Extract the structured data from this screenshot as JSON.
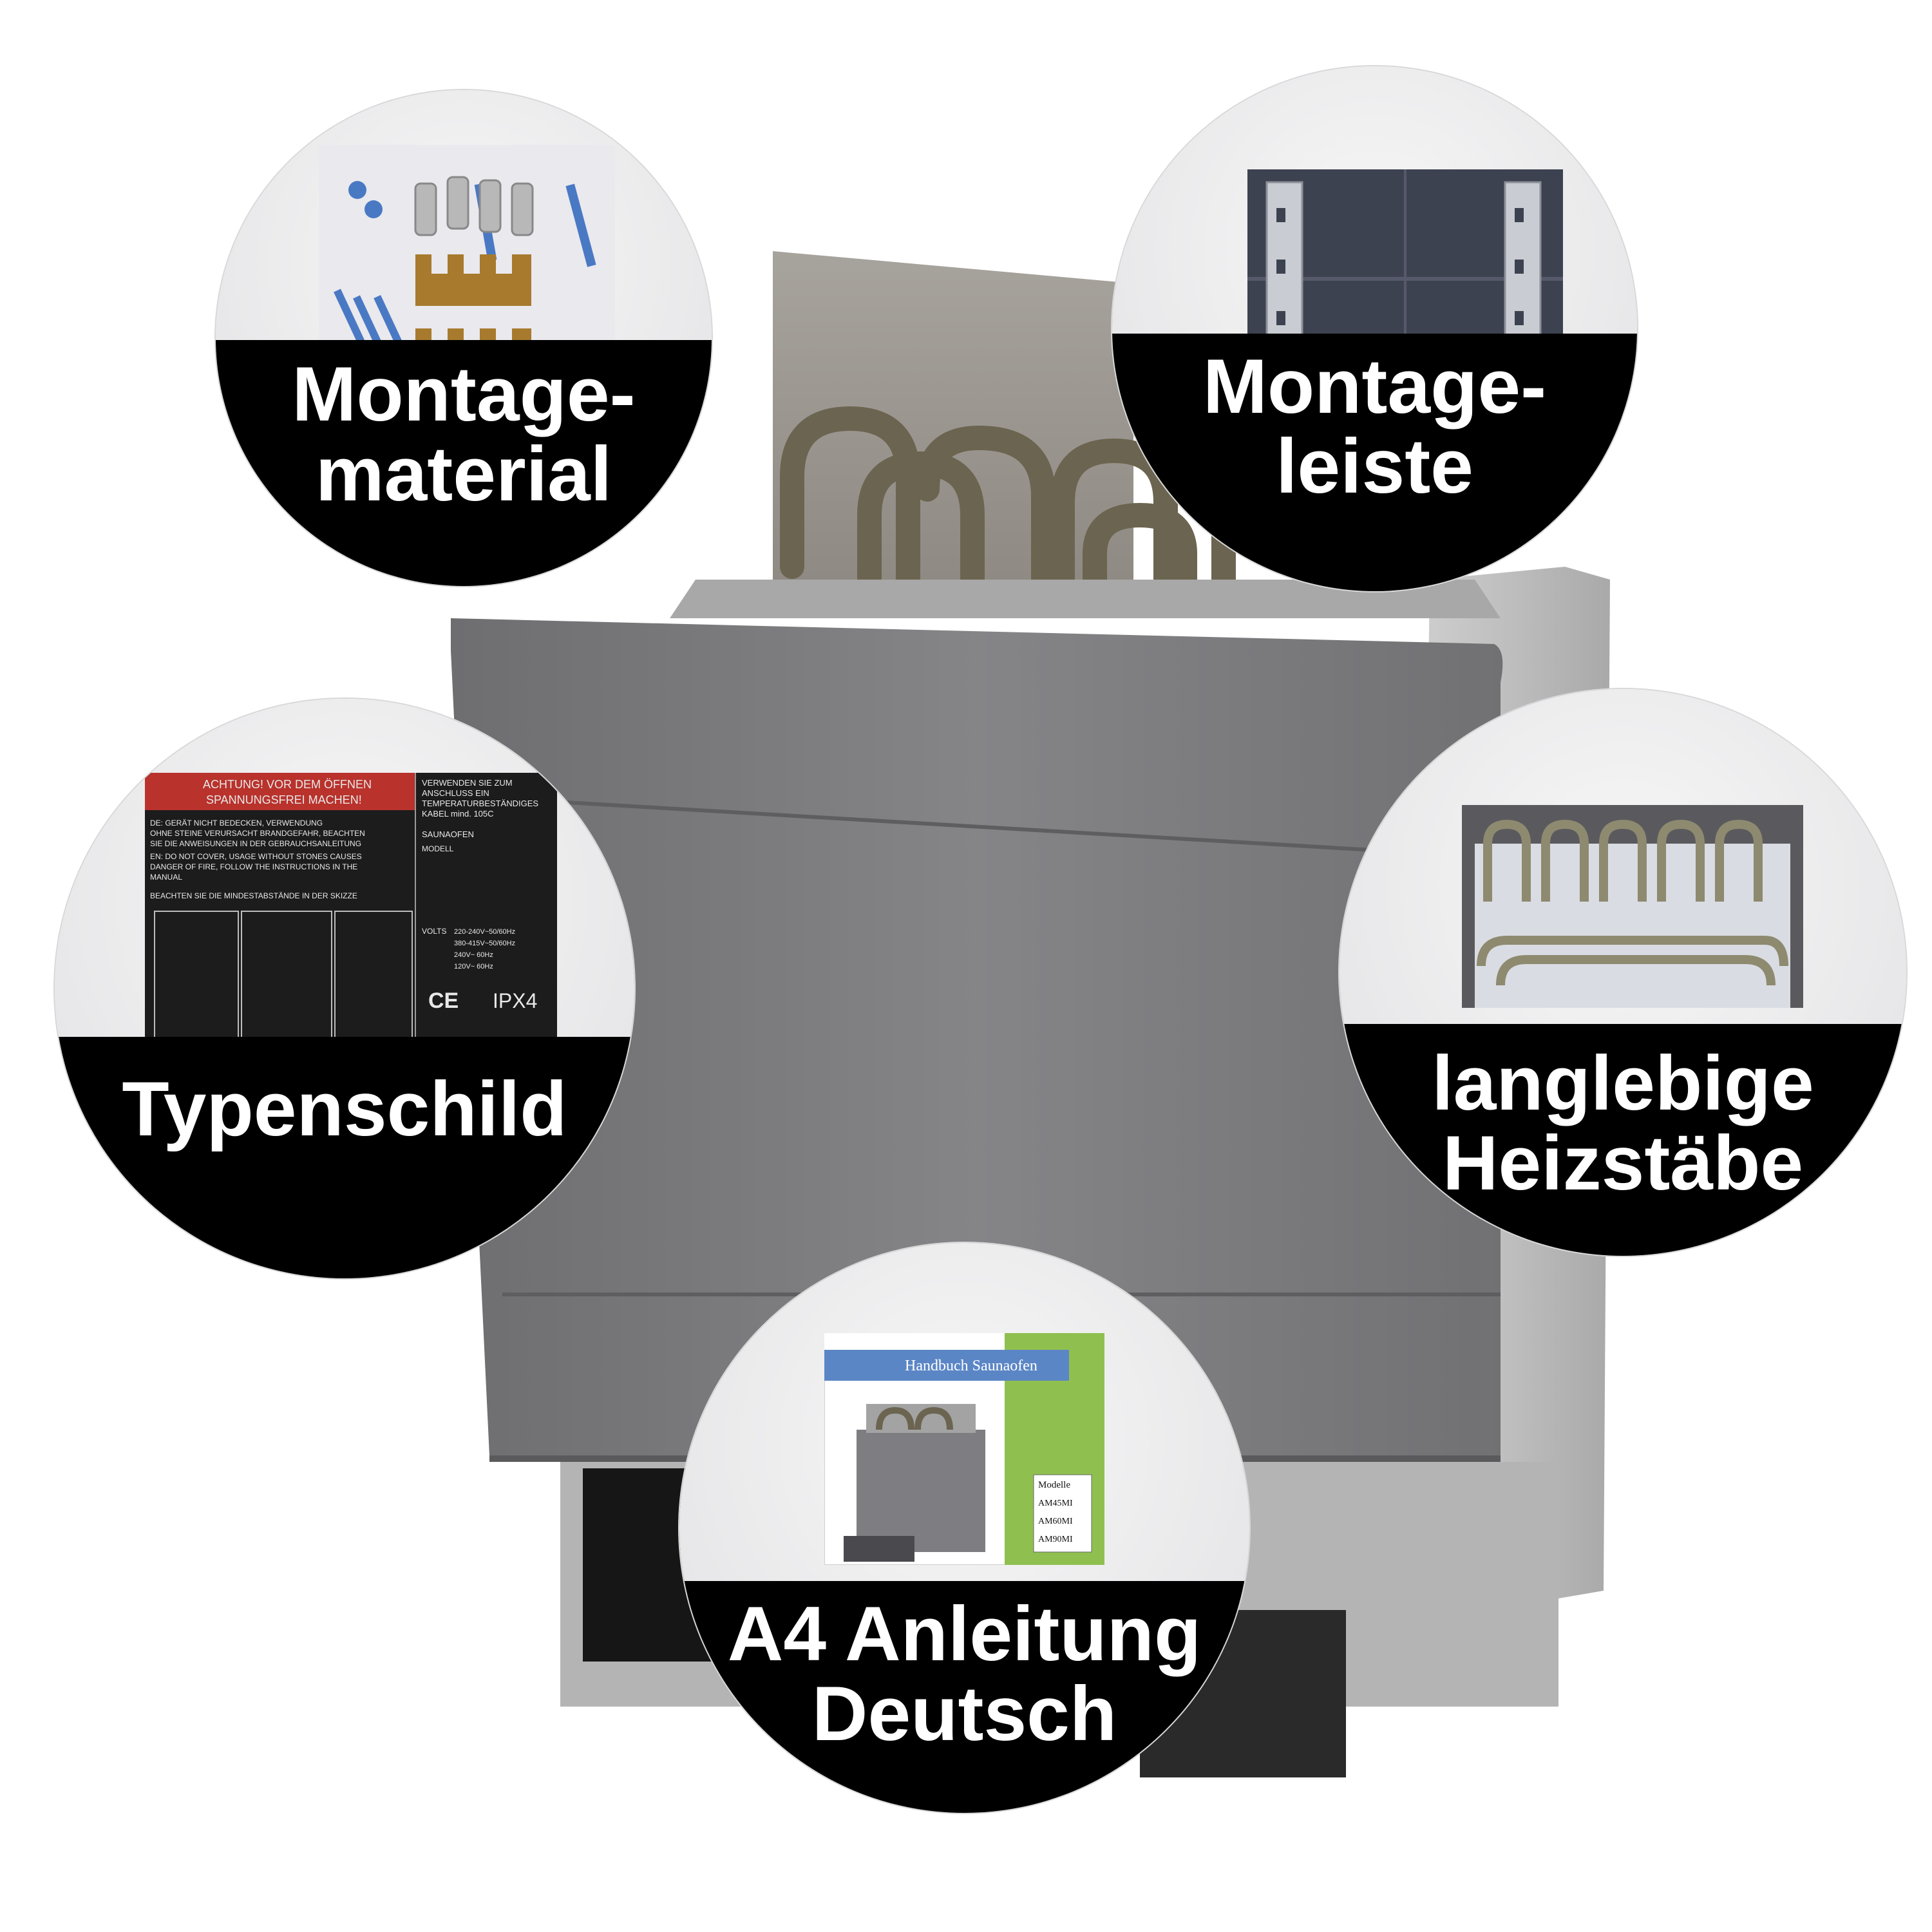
{
  "badges": {
    "montagematerial": {
      "line1": "Montage-",
      "line2": "material"
    },
    "montageleiste": {
      "line1": "Montage-",
      "line2": "leiste"
    },
    "typenschild": {
      "line1": "Typenschild"
    },
    "heizstaebe": {
      "line1": "langlebige",
      "line2": "Heizstäbe"
    },
    "anleitung": {
      "line1": "A4 Anleitung",
      "line2": "Deutsch"
    }
  },
  "typenschild_plate": {
    "warning_line1": "ACHTUNG! VOR DEM ÖFFNEN",
    "warning_line2": "SPANNUNGSFREI MACHEN!",
    "cable_line1": "VERWENDEN SIE ZUM",
    "cable_line2": "ANSCHLUSS EIN",
    "cable_line3": "TEMPERATURBESTÄNDIGES",
    "cable_line4": "KABEL mind. 105C",
    "de_line1": "DE: GERÄT NICHT BEDECKEN, VERWENDUNG",
    "de_line2": "OHNE STEINE VERURSACHT BRANDGEFAHR, BEACHTEN",
    "de_line3": "SIE DIE ANWEISUNGEN IN DER GEBRAUCHSANLEITUNG",
    "en_line1": "EN: DO NOT COVER, USAGE WITHOUT STONES CAUSES",
    "en_line2": "DANGER OF FIRE, FOLLOW THE INSTRUCTIONS IN THE",
    "en_line3": "MANUAL",
    "distance_note": "BEACHTEN SIE DIE MINDESTABSTÄNDE IN DER SKIZZE",
    "saunaofen": "SAUNAOFEN",
    "modell": "MODELL",
    "volts": "VOLTS",
    "volt_options": [
      "220-240V~50/60Hz",
      "380-415V~50/60Hz",
      "240V~ 60Hz",
      "120V~ 60Hz"
    ],
    "ipx4": "IPX4",
    "ce": "CE"
  },
  "manual": {
    "title": "Handbuch Saunaofen",
    "models_label": "Modelle",
    "models": [
      "AM45MI",
      "AM60MI",
      "AM90MI"
    ]
  },
  "colors": {
    "band": "#000000",
    "heater_body": "#7d7d80",
    "manual_blue": "#5b86c6",
    "manual_green": "#8fc04f",
    "warning_red": "#b9322c"
  }
}
